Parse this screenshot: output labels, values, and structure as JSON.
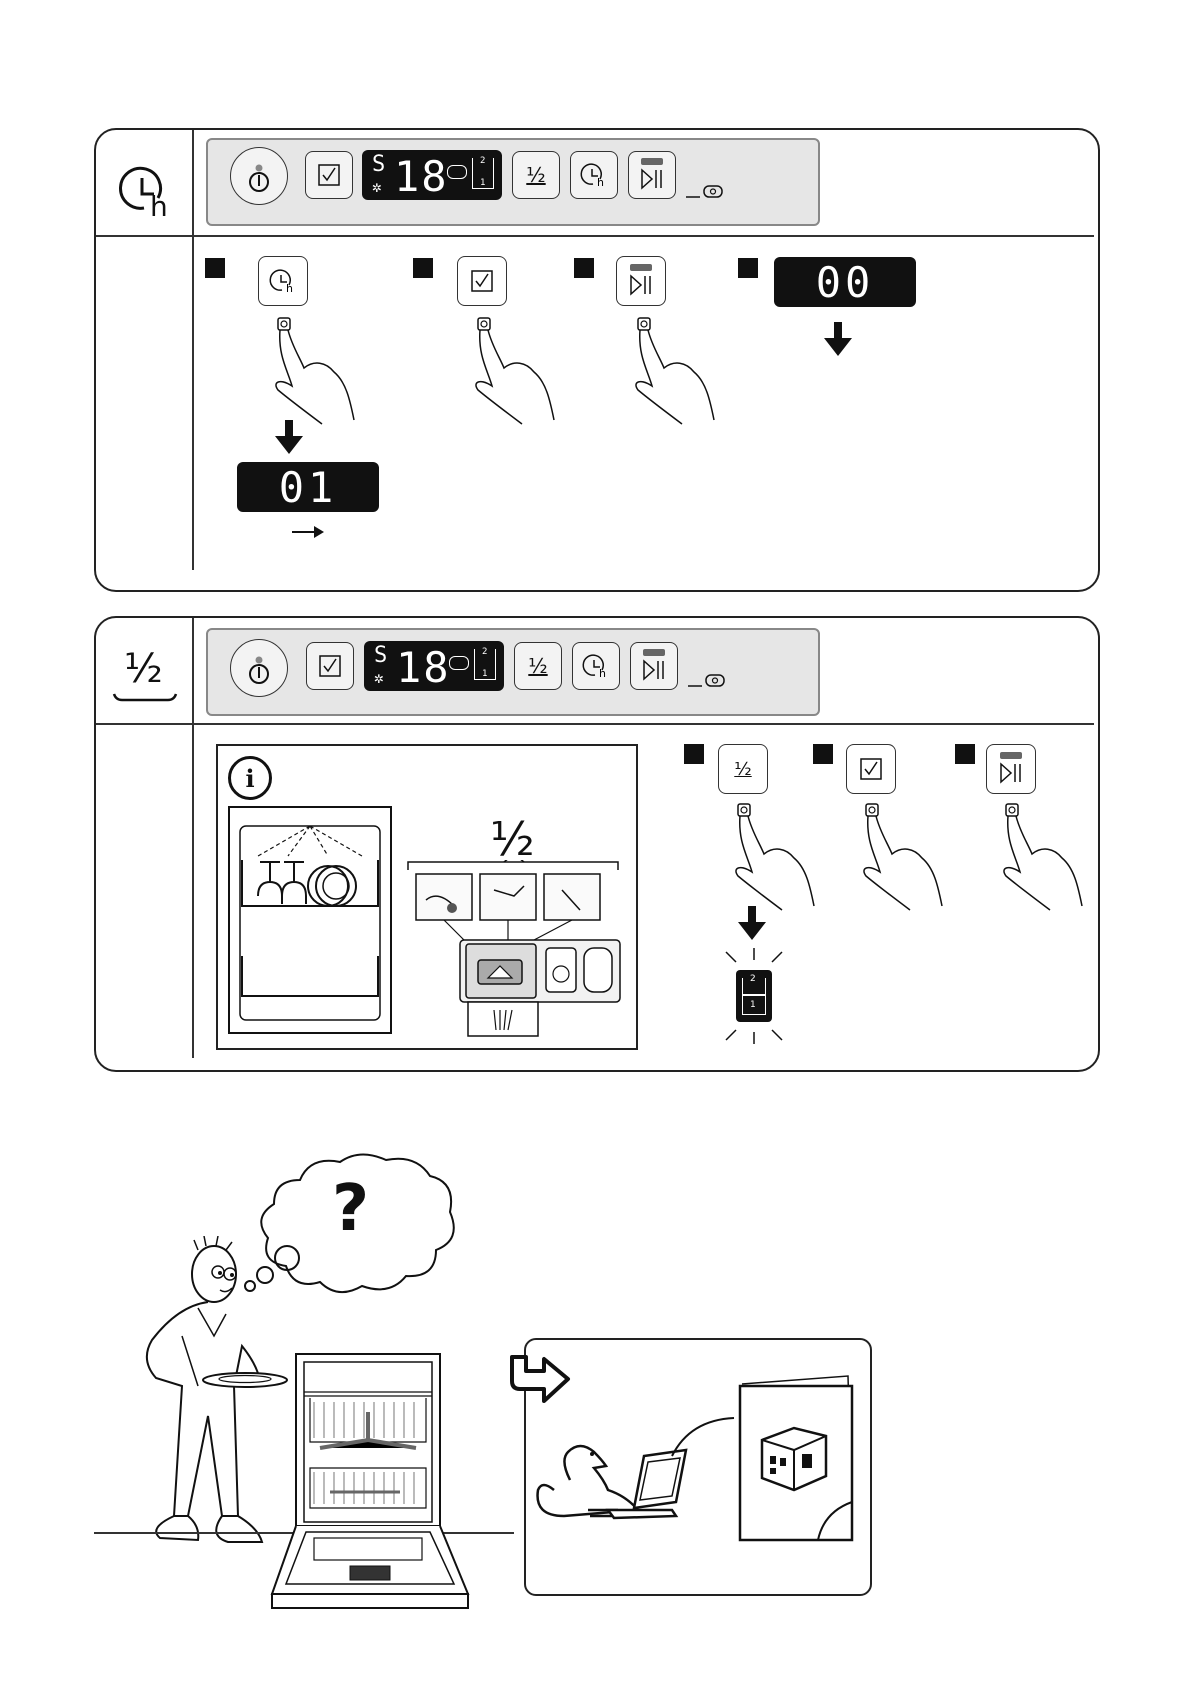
{
  "panel": {
    "display_value": "18",
    "half_symbol": "½",
    "display_s": "S",
    "level_top": "2",
    "level_bottom": "1"
  },
  "delay_section": {
    "header_symbol": "h",
    "step4_display": "00",
    "step1_result_display": "01"
  },
  "half_section": {
    "header_symbol": "½",
    "info_symbol": "i",
    "diagram_half_label": "½",
    "step1_button_label": "½",
    "indicator_top": "2",
    "indicator_bottom": "1"
  },
  "help_section": {
    "question_mark": "?"
  }
}
